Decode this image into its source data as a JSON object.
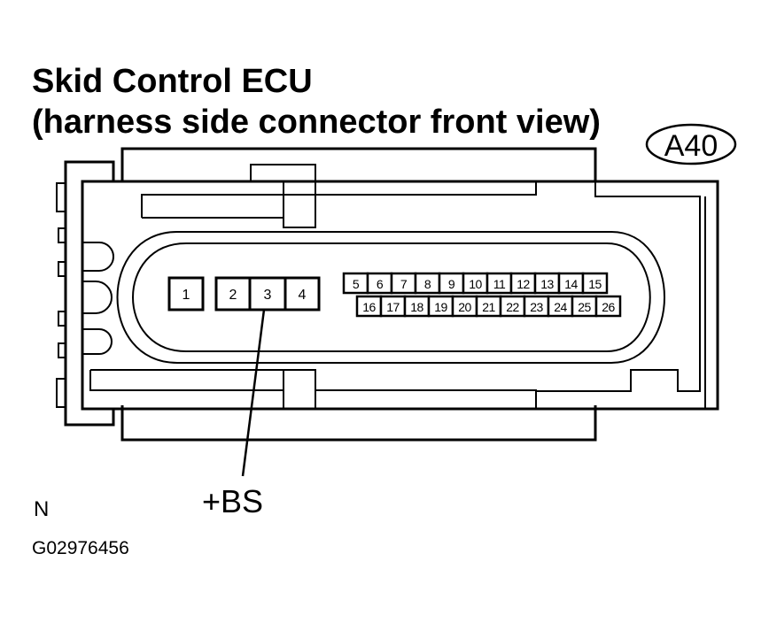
{
  "title_line1": "Skid Control ECU",
  "title_line2": "(harness side connector front view)",
  "connector_id": "A40",
  "signal_label": "+BS",
  "orientation_note": "N",
  "figure_code": "G02976456",
  "pins_large": [
    "1",
    "2",
    "3",
    "4"
  ],
  "pins_top_row": [
    "5",
    "6",
    "7",
    "8",
    "9",
    "10",
    "11",
    "12",
    "13",
    "14",
    "15"
  ],
  "pins_bottom_row": [
    "16",
    "17",
    "18",
    "19",
    "20",
    "21",
    "22",
    "23",
    "24",
    "25",
    "26"
  ]
}
